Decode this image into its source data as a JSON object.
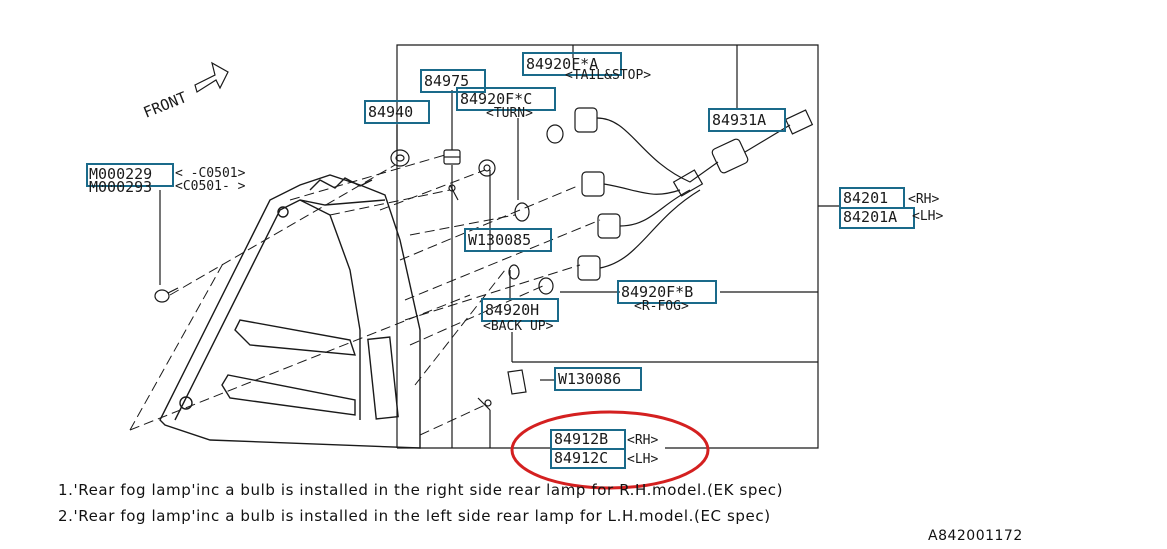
{
  "front_label": "FRONT",
  "parts": {
    "p84920FA": "84920F*A",
    "p84920FA_sub": "<TAIL&STOP>",
    "p84975": "84975",
    "p84940": "84940",
    "p84920FC": "84920F*C",
    "p84920FC_sub": "<TURN>",
    "p84931A": "84931A",
    "pM000229": "M000229",
    "pM000229_sub": "< -C0501>",
    "pM000293": "M000293",
    "pM000293_sub": "<C0501- >",
    "p84201": "84201",
    "p84201_sub": "<RH>",
    "p84201A": "84201A",
    "p84201A_sub": "<LH>",
    "pW130085": "W130085",
    "p84920FB": "84920F*B",
    "p84920FB_sub": "<R-FOG>",
    "p84920H": "84920H",
    "p84920H_sub": "<BACK UP>",
    "pW130086": "W130086",
    "p84912B": "84912B",
    "p84912B_sub": "<RH>",
    "p84912C": "84912C",
    "p84912C_sub": "<LH>"
  },
  "notes": [
    "1.'Rear fog lamp'inc a bulb is installed in the right side rear lamp for R.H.model.(EK spec)",
    "2.'Rear fog lamp'inc a bulb is installed in the left side rear lamp for L.H.model.(EC spec)"
  ],
  "diagram_code": "A842001172",
  "colors": {
    "box": "#1a6a8a",
    "highlight": "#d42020",
    "line": "#1a1a1a"
  }
}
